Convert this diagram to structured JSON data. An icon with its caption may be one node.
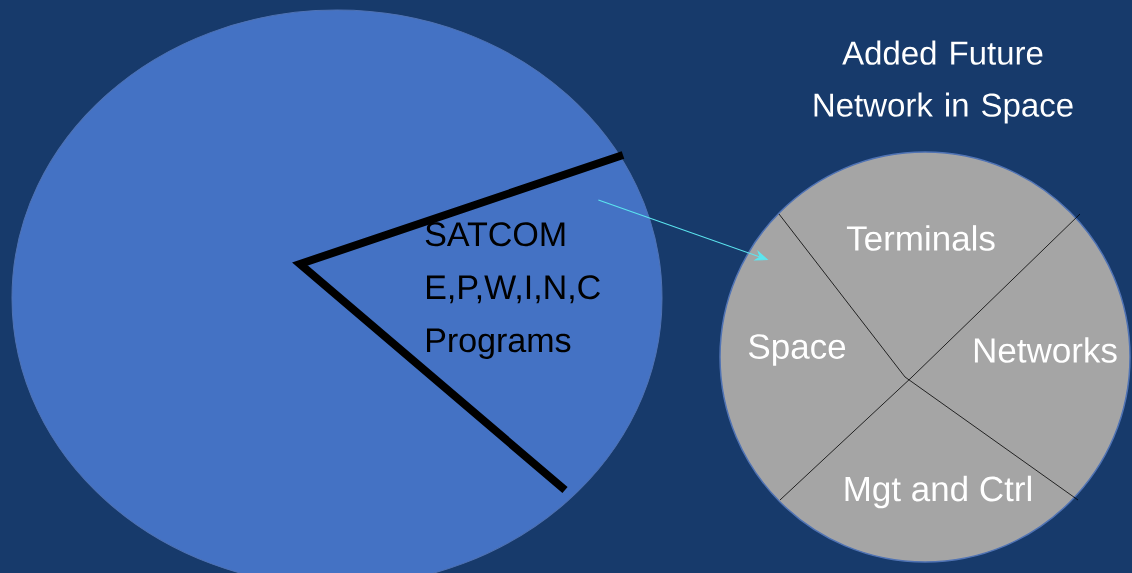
{
  "diagram": {
    "nodes": [
      {
        "text": [],
        "shape": "circle"
      },
      {
        "text": [
          "SATCOM E,P,W,I,N,C Programs"
        ],
        "in": 0
      },
      {
        "text": [
          "Added Future Network in Space"
        ]
      },
      {
        "text": [
          "Terminals"
        ],
        "in": 2
      },
      {
        "text": [
          "Space"
        ],
        "in": 2
      },
      {
        "text": [
          "Networks"
        ],
        "in": 2
      },
      {
        "text": [
          "Mgt and Ctrl"
        ],
        "in": 2
      }
    ],
    "edges": [
      {
        "from": 1,
        "to": 2,
        "arrow": "to",
        "color": "#5ce6f0"
      }
    ]
  }
}
